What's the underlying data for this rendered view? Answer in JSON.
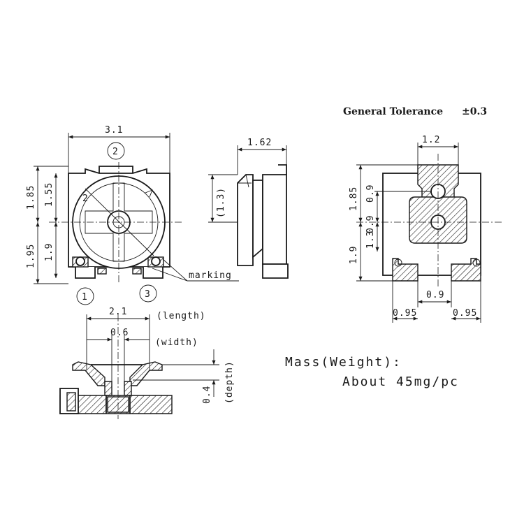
{
  "tolerance": {
    "label": "General Tolerance",
    "value": "±0.3"
  },
  "mass": {
    "label": "Mass(Weight):",
    "value": "About 45mg/pc"
  },
  "front_view": {
    "width": "3.1",
    "upper_a": "1.85",
    "upper_b": "1.55",
    "lower_a": "1.95",
    "lower_b": "1.9",
    "pin_top": "2",
    "pin_left": "1",
    "pin_right": "3",
    "rotor_mark": "2",
    "marking": "marking"
  },
  "side_view": {
    "width": "1.62",
    "height": "(1.3)"
  },
  "footprint": {
    "top_width": "1.2",
    "upper": "1.85",
    "hole": "0.9",
    "center": "0.9",
    "mid": "1.3",
    "lower": "1.9",
    "gap": "0.9",
    "left_pad": "0.95",
    "right_pad": "0.95"
  },
  "section_view": {
    "length": "2.1",
    "length_label": "(length)",
    "width": "0.6",
    "width_label": "(width)",
    "depth": "0.4",
    "depth_label": "(depth)"
  }
}
